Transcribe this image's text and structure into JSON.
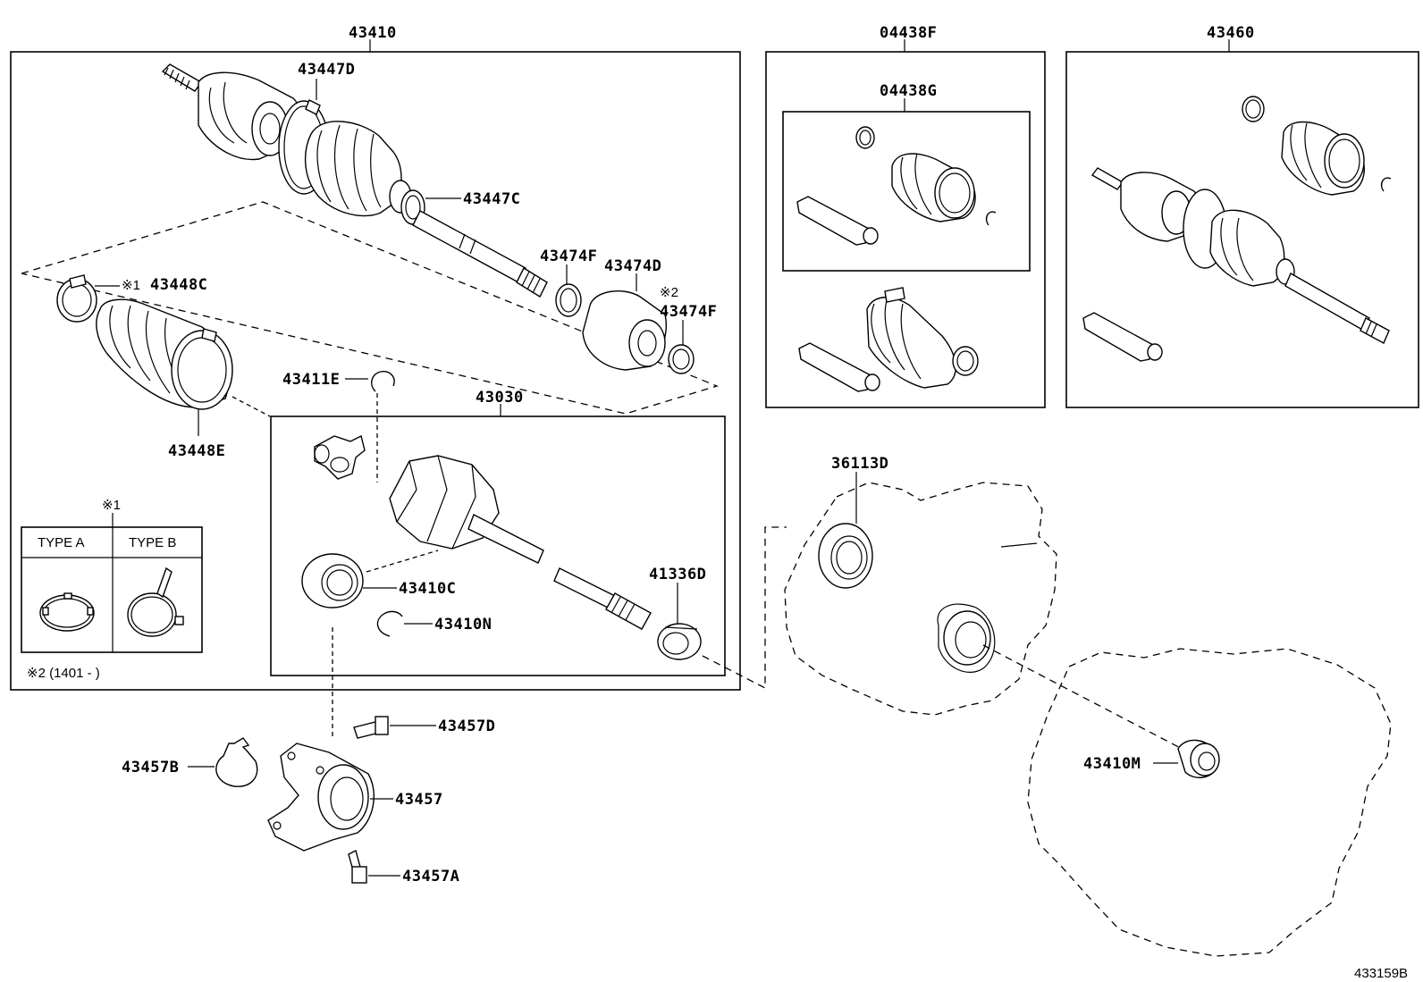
{
  "box_labels": {
    "main_assembly": "43410",
    "boot_kit_f": "04438F",
    "boot_kit_g": "04438G",
    "assembly_43460": "43460",
    "inboard_joint": "43030"
  },
  "parts": {
    "p43447D": "43447D",
    "p43447C": "43447C",
    "p43448C": "43448C",
    "p43448E": "43448E",
    "p43474F_a": "43474F",
    "p43474D": "43474D",
    "p43474F_b": "43474F",
    "p43411E": "43411E",
    "p43410C": "43410C",
    "p43410N": "43410N",
    "p41336D": "41336D",
    "p36113D": "36113D",
    "p43410M": "43410M",
    "p43457D": "43457D",
    "p43457B": "43457B",
    "p43457": "43457",
    "p43457A": "43457A"
  },
  "notes": {
    "mark1": "※1",
    "mark2": "※2",
    "mark1_title": "※1",
    "type_a": "TYPE A",
    "type_b": "TYPE B",
    "note2": "※2 (1401 -       )"
  },
  "reference_number": "433159B"
}
